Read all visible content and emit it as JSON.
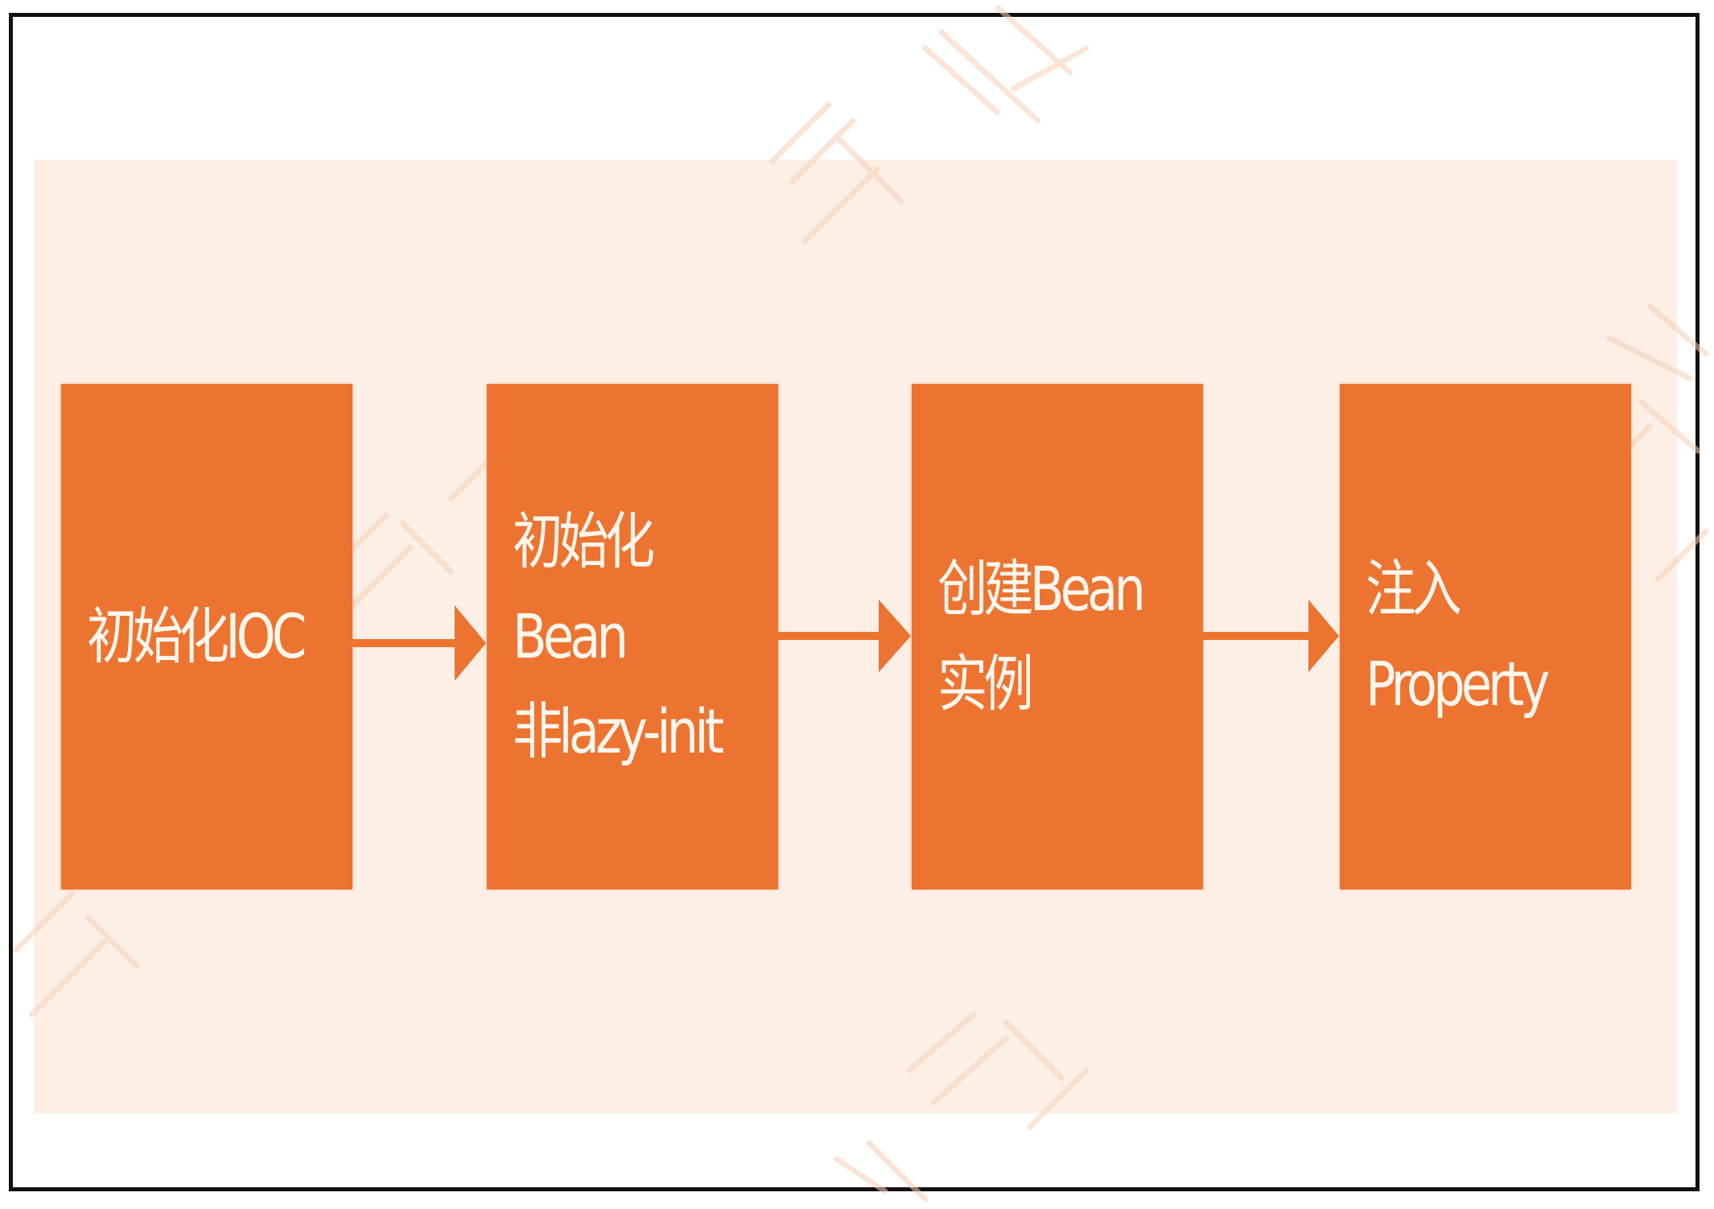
{
  "diagram": {
    "nodes": [
      {
        "id": "n1",
        "label": "初始化IOC"
      },
      {
        "id": "n2",
        "label": "初始化Bean\n非lazy-init"
      },
      {
        "id": "n3",
        "label": "创建Bean实例"
      },
      {
        "id": "n4",
        "label": "注入Property"
      }
    ],
    "edges": [
      {
        "from": "n1",
        "to": "n2"
      },
      {
        "from": "n2",
        "to": "n3"
      },
      {
        "from": "n3",
        "to": "n4"
      }
    ]
  },
  "colors": {
    "box_fill": "#ec7430",
    "box_text": "#fff6ee",
    "panel_background": "#fcefe6",
    "arrow": "#ec7430",
    "frame_border": "#111111",
    "watermark": "#f6cfb4"
  }
}
